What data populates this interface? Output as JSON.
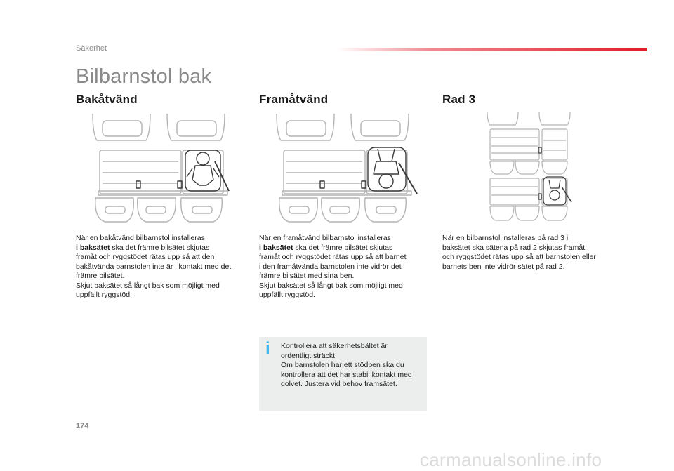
{
  "header": {
    "section": "Säkerhet",
    "title": "Bilbarnstol bak",
    "accent_color": "#e21a2c"
  },
  "columns": [
    {
      "heading": "Bakåtvänd",
      "text_lines": [
        "När en bakåtvänd bilbarnstol installeras",
        "ska det främre bilsätet skjutas",
        "framåt och ryggstödet rätas upp så att den",
        "bakåtvända barnstolen inte är i kontakt med det",
        "främre bilsätet.",
        "Skjut baksätet så långt bak som möjligt med",
        "uppfällt ryggstöd."
      ],
      "bold_prefix": "i baksätet"
    },
    {
      "heading": "Framåtvänd",
      "text_lines": [
        "När en framåtvänd bilbarnstol installeras",
        "ska det främre bilsätet skjutas",
        "framåt och ryggstödet rätas upp så att barnet",
        "i den framåtvända barnstolen inte vidrör det",
        "främre bilsätet med sina ben.",
        "Skjut baksätet så långt bak som möjligt med",
        "uppfällt ryggstöd."
      ],
      "bold_prefix": "i baksätet"
    },
    {
      "heading": "Rad 3",
      "text_lines": [
        "När en bilbarnstol installeras på rad 3 i",
        "baksätet ska sätena på rad 2 skjutas framåt",
        "och ryggstödet rätas upp så att barnstolen eller",
        "barnets ben inte vidrör sätet på rad 2."
      ]
    }
  ],
  "info_box": {
    "icon": "info-icon",
    "icon_glyph": "i",
    "icon_color": "#3db7f0",
    "lines": [
      "Kontrollera att säkerhetsbältet är",
      "ordentligt sträckt.",
      "Om barnstolen har ett stödben ska du",
      "kontrollera att det har stabil kontakt med",
      "golvet. Justera vid behov framsätet."
    ]
  },
  "page_number": "174",
  "footer": "carmanualsonline.info"
}
